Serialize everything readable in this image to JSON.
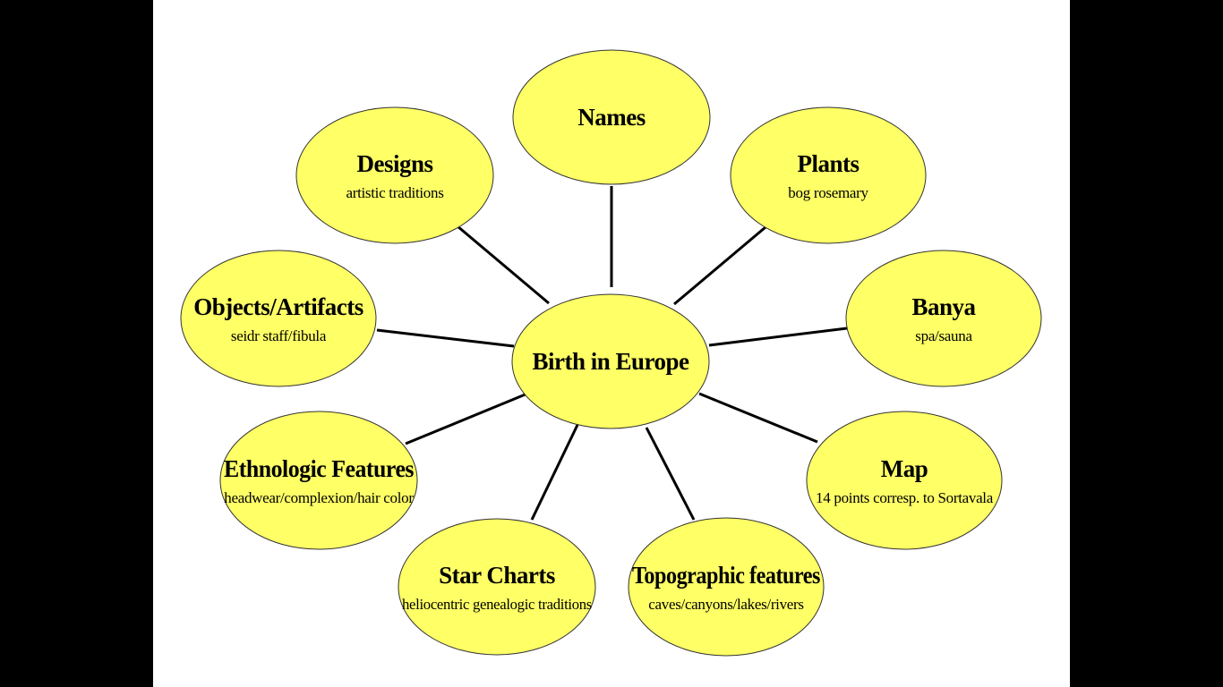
{
  "colors": {
    "background": "#000000",
    "slide": "#ffffff",
    "node_fill": "#ffff66",
    "node_stroke": "#333333",
    "connector": "#000000"
  },
  "center": {
    "id": "birth",
    "title": "Birth in Europe",
    "subtitle": ""
  },
  "nodes": [
    {
      "id": "names",
      "title": "Names",
      "subtitle": ""
    },
    {
      "id": "plants",
      "title": "Plants",
      "subtitle": "bog rosemary"
    },
    {
      "id": "banya",
      "title": "Banya",
      "subtitle": "spa/sauna"
    },
    {
      "id": "map",
      "title": "Map",
      "subtitle": "14 points corresp. to Sortavala"
    },
    {
      "id": "topographic",
      "title": "Topographic features",
      "subtitle": "caves/canyons/lakes/rivers"
    },
    {
      "id": "star-charts",
      "title": "Star Charts",
      "subtitle": "heliocentric genealogic traditions"
    },
    {
      "id": "ethnologic",
      "title": "Ethnologic Features",
      "subtitle": "headwear/complexion/hair color"
    },
    {
      "id": "objects",
      "title": "Objects/Artifacts",
      "subtitle": "seidr staff/fibula"
    },
    {
      "id": "designs",
      "title": "Designs",
      "subtitle": "artistic traditions"
    }
  ],
  "edges": [
    {
      "from": "birth",
      "to": "names"
    },
    {
      "from": "birth",
      "to": "plants"
    },
    {
      "from": "birth",
      "to": "banya"
    },
    {
      "from": "birth",
      "to": "map"
    },
    {
      "from": "birth",
      "to": "topographic"
    },
    {
      "from": "birth",
      "to": "star-charts"
    },
    {
      "from": "birth",
      "to": "ethnologic"
    },
    {
      "from": "birth",
      "to": "objects"
    },
    {
      "from": "birth",
      "to": "designs"
    }
  ]
}
